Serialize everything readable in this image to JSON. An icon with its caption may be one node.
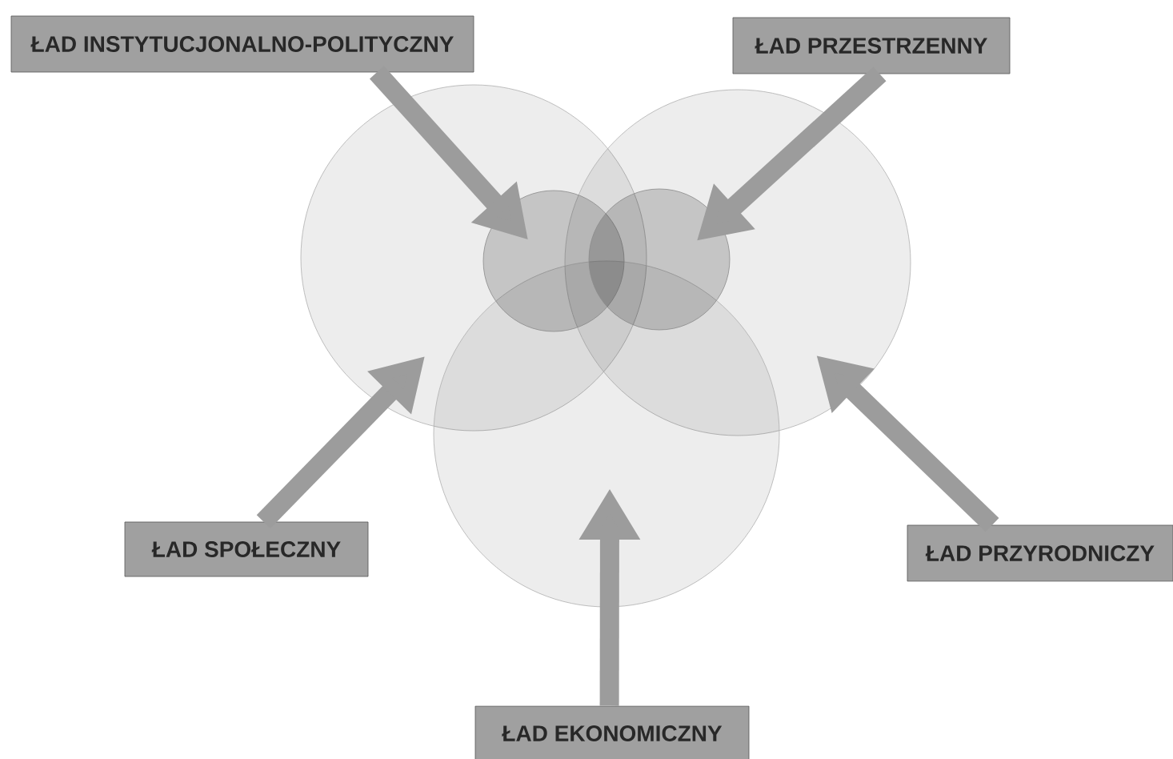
{
  "diagram": {
    "nodes": [
      {
        "text": [
          "ŁAD INSTYTUCJONALNO-POLITYCZNY"
        ]
      },
      {
        "text": [
          "ŁAD PRZESTRZENNY"
        ]
      },
      {
        "text": [
          "ŁAD SPOŁECZNY"
        ]
      },
      {
        "text": [
          "ŁAD PRZYRODNICZY"
        ]
      },
      {
        "text": [
          "ŁAD EKONOMICZNY"
        ]
      },
      {
        "text": [],
        "shape": "circle"
      },
      {
        "text": [],
        "shape": "circle"
      },
      {
        "text": [],
        "shape": "circle"
      },
      {
        "text": [],
        "shape": "circle",
        "in": 5
      },
      {
        "text": [],
        "shape": "circle",
        "in": 6
      }
    ],
    "edges": [
      {
        "from": 0,
        "to": 8,
        "arrow": "to"
      },
      {
        "from": 1,
        "to": 9,
        "arrow": "to"
      },
      {
        "from": 2,
        "to": 5,
        "arrow": "to"
      },
      {
        "from": 3,
        "to": 6,
        "arrow": "to"
      },
      {
        "from": 4,
        "to": 7,
        "arrow": "to"
      }
    ]
  }
}
